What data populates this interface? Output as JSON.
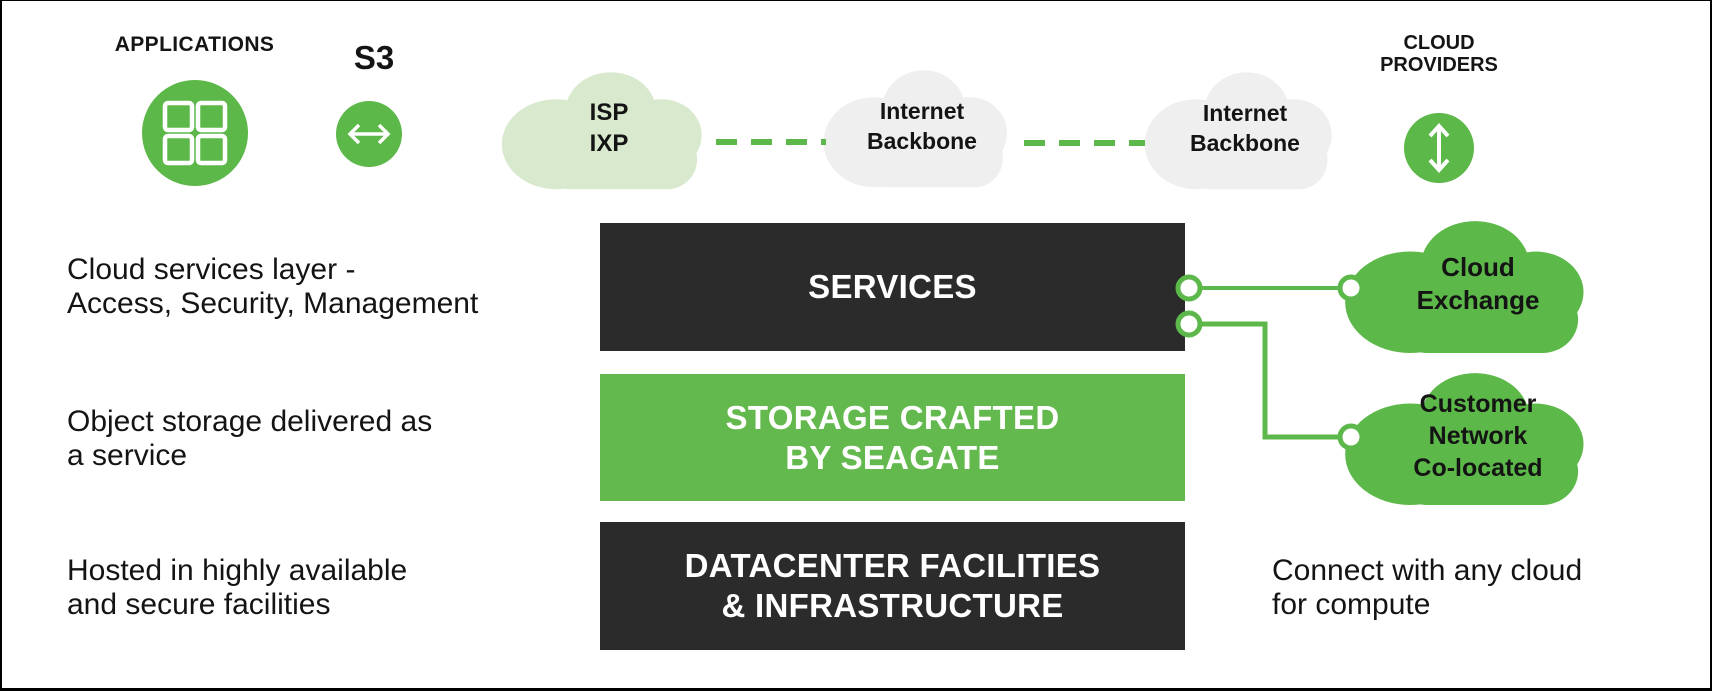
{
  "colors": {
    "green": "#5cb848",
    "green_bar": "#64b94e",
    "light_green_cloud": "#d8e9ce",
    "gray_cloud": "#efeff0",
    "dark_bar": "#2b2b2b",
    "connector_green": "#5cb84a",
    "text_dark": "#141414",
    "white": "#ffffff"
  },
  "top_row": {
    "applications": {
      "label": "APPLICATIONS",
      "icon": "app-grid-icon"
    },
    "s3": {
      "label": "S3",
      "icon": "bidirectional-horizontal-arrow-icon"
    },
    "isp_cloud": {
      "line1": "ISP",
      "line2": "IXP"
    },
    "backbone_cloud_1": {
      "line1": "Internet",
      "line2": "Backbone"
    },
    "backbone_cloud_2": {
      "line1": "Internet",
      "line2": "Backbone"
    },
    "cloud_providers": {
      "label_line1": "CLOUD",
      "label_line2": "PROVIDERS",
      "icon": "bidirectional-vertical-arrow-icon"
    }
  },
  "layers": [
    {
      "name": "services",
      "title_lines": [
        "SERVICES"
      ],
      "description": [
        "Cloud services layer -",
        "Access, Security, Management"
      ],
      "style": "dark"
    },
    {
      "name": "storage",
      "title_lines": [
        "STORAGE CRAFTED",
        "BY SEAGATE"
      ],
      "description": [
        "Object storage delivered as",
        "a service"
      ],
      "style": "green"
    },
    {
      "name": "datacenter",
      "title_lines": [
        "DATACENTER FACILITIES",
        "& INFRASTRUCTURE"
      ],
      "description": [
        "Hosted in highly available",
        "and secure facilities"
      ],
      "style": "dark"
    }
  ],
  "right": {
    "cloud_exchange": {
      "line1": "Cloud",
      "line2": "Exchange"
    },
    "customer_network": {
      "line1": "Customer",
      "line2": "Network",
      "line3": "Co-located"
    },
    "note": [
      "Connect with any cloud",
      "for compute"
    ]
  }
}
